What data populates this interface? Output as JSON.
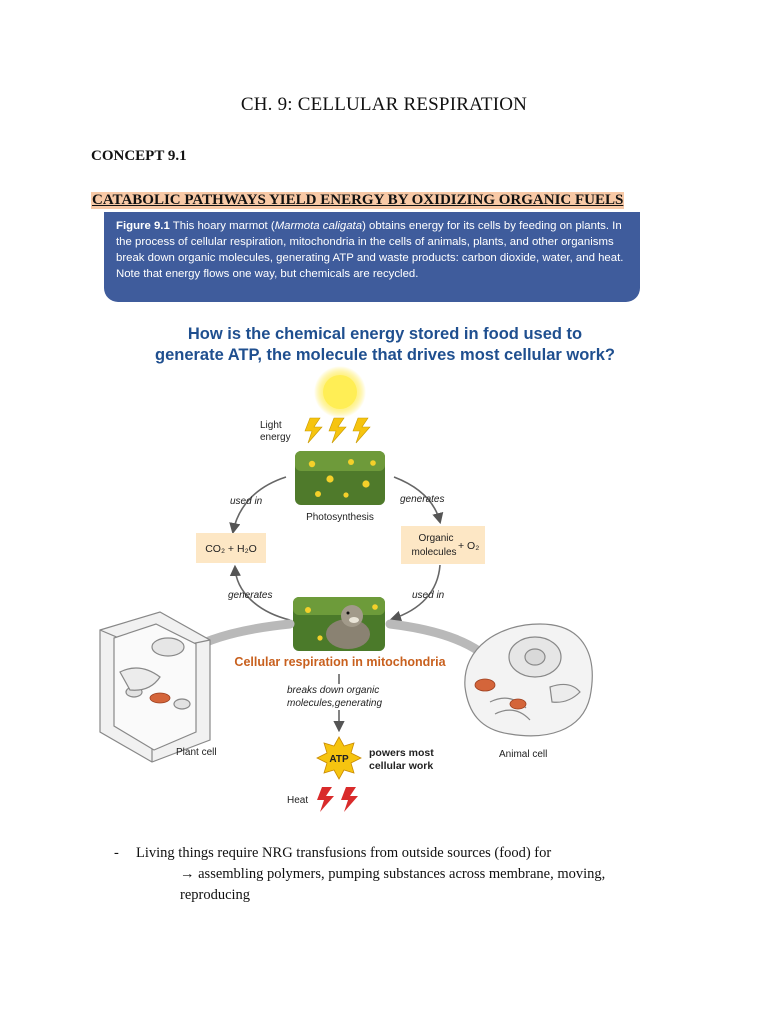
{
  "page": {
    "title": "CH. 9: CELLULAR RESPIRATION",
    "concept": "CONCEPT 9.1",
    "heading": "CATABOLIC PATHWAYS YIELD ENERGY BY OXIDIZING ORGANIC FUELS"
  },
  "caption": {
    "label": "Figure 9.1",
    "text_before": " This hoary marmot (",
    "species": "Marmota caligata",
    "text_after": ") obtains energy for its cells by feeding on plants. In the process of cellular respiration, mitochondria in the cells of animals, plants, and other organisms break down organic molecules, generating ATP and waste products: carbon dioxide, water, and heat. Note that energy flows one way, but chemicals are recycled."
  },
  "figure": {
    "question_line1": "How is the chemical energy stored in food used to",
    "question_line2": "generate ATP, the molecule that drives most cellular work?",
    "light_energy_1": "Light",
    "light_energy_2": "energy",
    "photosynthesis": "Photosynthesis",
    "used_in_left": "used in",
    "generates_right": "generates",
    "co2_h2o": "CO₂ + H₂O",
    "organic_1": "Organic",
    "organic_2": "molecules",
    "o2": "+ O₂",
    "generates_left": "generates",
    "used_in_right": "used in",
    "cellular_respiration": "Cellular respiration in mitochondria",
    "breaks_1": "breaks down organic",
    "breaks_2": "molecules,generating",
    "atp": "ATP",
    "powers_1": "powers most",
    "powers_2": "cellular work",
    "plant_cell": "Plant cell",
    "animal_cell": "Animal cell",
    "heat": "Heat",
    "colors": {
      "caption_bg": "#3f5c9c",
      "question": "#1f4f8f",
      "respiration": "#c8601e",
      "box_bg": "#fde7c5",
      "heat": "#d92b2b",
      "highlight": "#f8c9a6"
    }
  },
  "notes": {
    "bullet_dash": "-",
    "bullet": "Living things require NRG transfusions from outside sources (food) for",
    "sub_line1": "→ assembling polymers, pumping substances across membrane, moving,",
    "sub_line2": "reproducing"
  }
}
